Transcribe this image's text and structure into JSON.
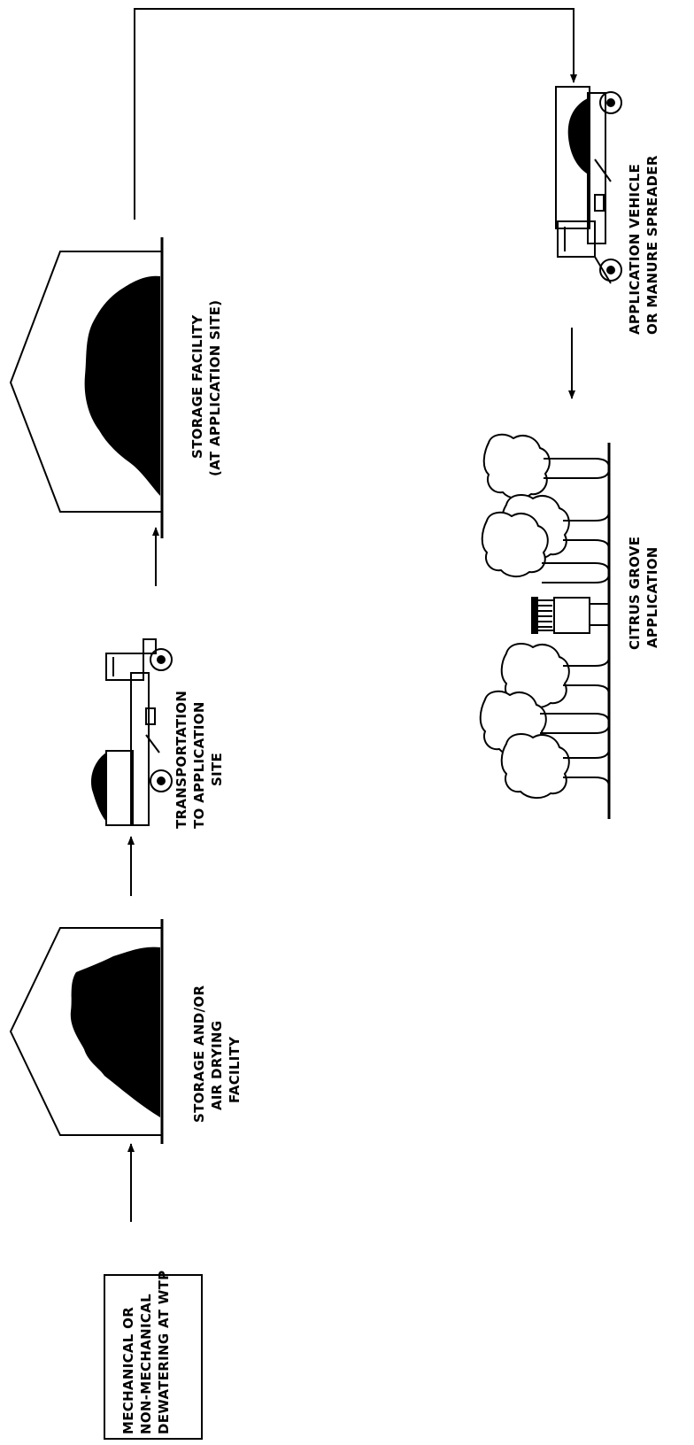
{
  "diagram": {
    "colors": {
      "ink": "#000000",
      "background": "#ffffff"
    },
    "nodes": {
      "dewatering": {
        "lines": [
          "MECHANICAL OR",
          "NON-MECHANICAL",
          "DEWATERING AT WTP"
        ]
      },
      "air_drying": {
        "lines": [
          "STORAGE AND/OR",
          "AIR DRYING",
          "FACILITY"
        ]
      },
      "transport": {
        "lines": [
          "TRANSPORTATION",
          "TO APPLICATION",
          "SITE"
        ]
      },
      "storage_site": {
        "lines": [
          "STORAGE FACILITY",
          "(AT APPLICATION SITE)"
        ]
      },
      "spreader": {
        "lines": [
          "APPLICATION VEHICLE",
          "OR MANURE SPREADER"
        ]
      },
      "citrus": {
        "lines": [
          "CITRUS GROVE",
          "APPLICATION"
        ]
      }
    },
    "icons": [
      "building-shelter-icon",
      "dump-truck-icon",
      "manure-spreader-truck-icon",
      "citrus-tree-icon"
    ]
  }
}
